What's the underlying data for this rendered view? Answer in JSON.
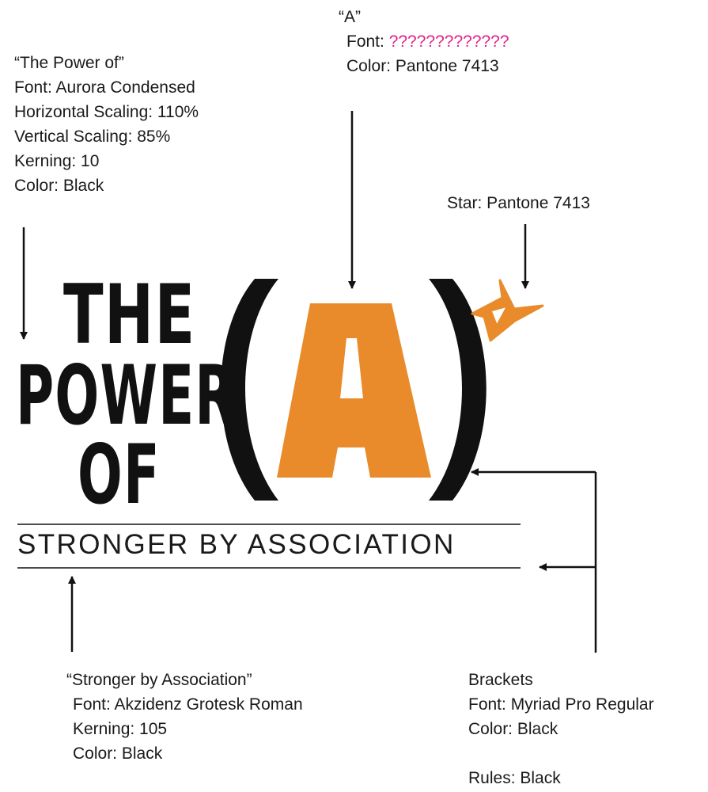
{
  "note_a": {
    "title": "“A”",
    "font_label": "Font: ",
    "font_value": "?????????????",
    "color": "Color: Pantone 7413"
  },
  "note_power": {
    "title": "“The Power of”",
    "font": "Font: Aurora Condensed",
    "hscale": "Horizontal Scaling: 110%",
    "vscale": "Vertical Scaling: 85%",
    "kerning": "Kerning: 10",
    "color": "Color: Black"
  },
  "note_star": {
    "text": "Star: Pantone 7413"
  },
  "note_stronger": {
    "title": "“Stronger by Association”",
    "font": "Font: Akzidenz Grotesk Roman",
    "kerning": "Kerning: 105",
    "color": "Color: Black"
  },
  "note_brackets": {
    "title": "Brackets",
    "font": "Font: Myriad Pro Regular",
    "color": "Color: Black",
    "rules": "Rules: Black"
  },
  "logo": {
    "line1": "THE",
    "line2": "POWER",
    "line3": "OF",
    "letter": "A",
    "tagline": "STRONGER BY ASSOCIATION"
  },
  "colors": {
    "pantone_7413": "#e98b2a",
    "black": "#111111",
    "magenta": "#e0218a"
  },
  "icons": [
    "arrow-down-icon",
    "arrow-left-icon",
    "star-icon"
  ]
}
